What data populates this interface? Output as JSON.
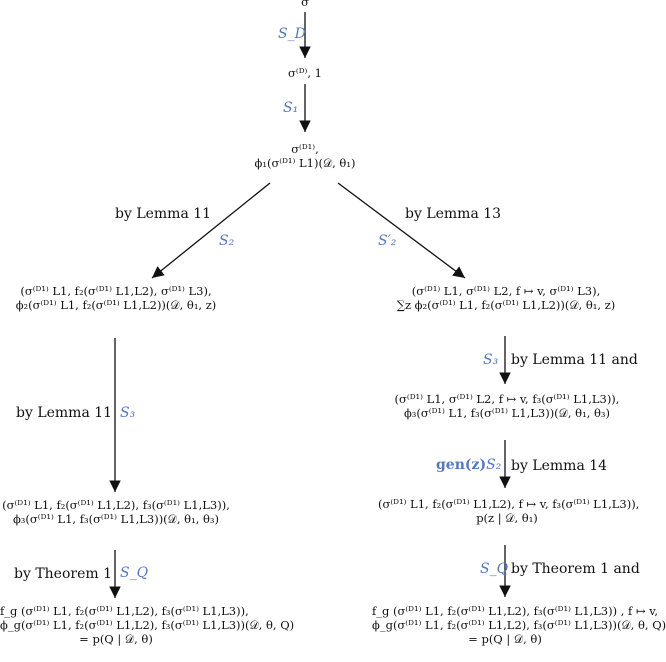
{
  "nodes": {
    "n0": {
      "lines": [
        "σ"
      ]
    },
    "n1": {
      "lines": [
        "σ⁽ᴰ⁾, 1"
      ]
    },
    "n2": {
      "lines": [
        "σ⁽ᴰ¹⁾,",
        "ϕ₁(σ⁽ᴰ¹⁾ L1)(𝒟, θ₁)"
      ]
    },
    "n3": {
      "lines": [
        "(σ⁽ᴰ¹⁾ L1, f₂(σ⁽ᴰ¹⁾ L1,L2), σ⁽ᴰ¹⁾ L3),",
        "ϕ₂(σ⁽ᴰ¹⁾ L1, f₂(σ⁽ᴰ¹⁾ L1,L2))(𝒟, θ₁, z)"
      ]
    },
    "n4": {
      "lines": [
        "(σ⁽ᴰ¹⁾ L1, σ⁽ᴰ¹⁾ L2, f ↦ v, σ⁽ᴰ¹⁾ L3),",
        "∑z ϕ₂(σ⁽ᴰ¹⁾ L1, f₂(σ⁽ᴰ¹⁾ L1,L2))(𝒟, θ₁, z)"
      ]
    },
    "n5": {
      "lines": [
        "(σ⁽ᴰ¹⁾ L1, f₂(σ⁽ᴰ¹⁾ L1,L2), f₃(σ⁽ᴰ¹⁾ L1,L3)),",
        "ϕ₃(σ⁽ᴰ¹⁾ L1, f₃(σ⁽ᴰ¹⁾ L1,L3))(𝒟, θ₁, θ₃)"
      ]
    },
    "n6": {
      "lines": [
        "(σ⁽ᴰ¹⁾ L1, σ⁽ᴰ¹⁾ L2, f ↦ v, f₃(σ⁽ᴰ¹⁾ L1,L3)),",
        "ϕ₃(σ⁽ᴰ¹⁾ L1, f₃(σ⁽ᴰ¹⁾ L1,L3))(𝒟, θ₁, θ₃)"
      ]
    },
    "n7": {
      "lines": [
        "(σ⁽ᴰ¹⁾ L1, f₂(σ⁽ᴰ¹⁾ L1,L2), f ↦ v, f₃(σ⁽ᴰ¹⁾ L1,L3)),",
        "p(z | 𝒟, θ₁)"
      ]
    },
    "n8": {
      "lines": [
        "f_g (σ⁽ᴰ¹⁾ L1, f₂(σ⁽ᴰ¹⁾ L1,L2), f₃(σ⁽ᴰ¹⁾ L1,L3)),",
        "ϕ_g(σ⁽ᴰ¹⁾ L1, f₂(σ⁽ᴰ¹⁾ L1,L2), f₃(σ⁽ᴰ¹⁾ L1,L3))(𝒟, θ, Q)",
        "= p(Q | 𝒟, θ)"
      ]
    },
    "n9": {
      "lines": [
        "f_g (σ⁽ᴰ¹⁾ L1, f₂(σ⁽ᴰ¹⁾ L1,L2), f₃(σ⁽ᴰ¹⁾ L1,L3)) , f ↦ v,",
        "ϕ_g(σ⁽ᴰ¹⁾ L1, f₂(σ⁽ᴰ¹⁾ L1,L2), f₃(σ⁽ᴰ¹⁾ L1,L3))(𝒟, θ, Q)",
        "= p(Q | 𝒟, θ)"
      ]
    }
  },
  "edges": {
    "e1": {
      "step": "S_D",
      "label": ""
    },
    "e2": {
      "step": "S₁",
      "label": ""
    },
    "e3": {
      "step": "S₂",
      "label": "by Lemma 11"
    },
    "e4": {
      "step": "S′₂",
      "label": "by Lemma 13"
    },
    "e5": {
      "step": "S₃",
      "label": "by Lemma 11"
    },
    "e6": {
      "step": "S₃",
      "label": "by Lemma 11 and"
    },
    "e7": {
      "step": "S₂",
      "step_prefix": "gen(z)",
      "label": "by Lemma 14"
    },
    "e8": {
      "step": "S_Q",
      "label": "by Theorem 1"
    },
    "e9": {
      "step": "S_Q",
      "label": "by Theorem 1 and"
    }
  },
  "colors": {
    "step": "#5577c0",
    "highlight": "#1a8a1a",
    "line": "#111111"
  }
}
